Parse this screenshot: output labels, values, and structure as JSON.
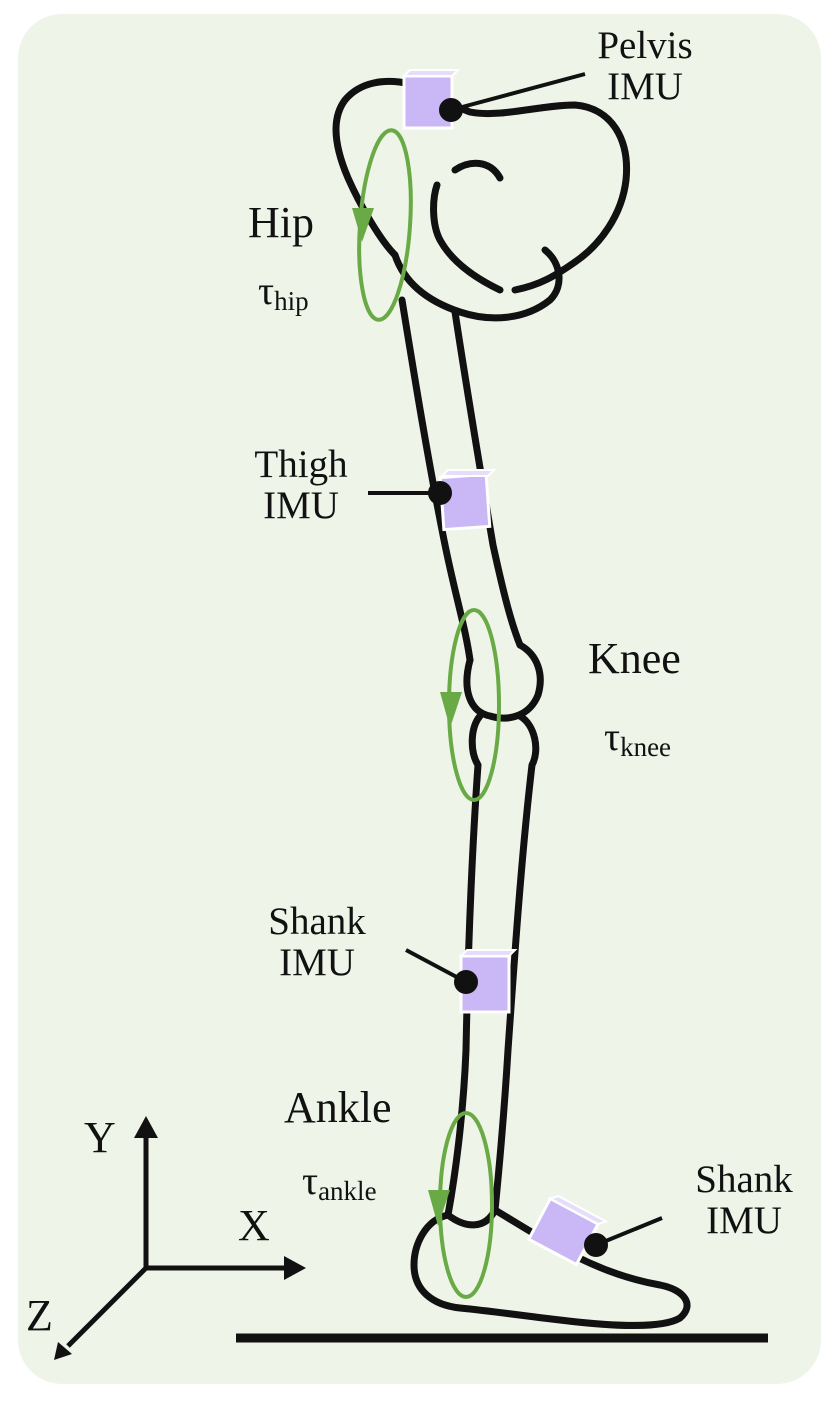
{
  "sensors": {
    "pelvis": {
      "line1": "Pelvis",
      "line2": "IMU"
    },
    "thigh": {
      "line1": "Thigh",
      "line2": "IMU"
    },
    "shank": {
      "line1": "Shank",
      "line2": "IMU"
    },
    "foot": {
      "line1": "Shank",
      "line2": "IMU"
    }
  },
  "joints": {
    "hip": {
      "name": "Hip",
      "tau": "τ",
      "sub": "hip"
    },
    "knee": {
      "name": "Knee",
      "tau": "τ",
      "sub": "knee"
    },
    "ankle": {
      "name": "Ankle",
      "tau": "τ",
      "sub": "ankle"
    }
  },
  "axes": {
    "y": "Y",
    "x": "X",
    "z": "Z"
  },
  "colors": {
    "background": "#eef5e8",
    "imu": "#c9b8f5",
    "rotation": "#6aaa46",
    "outline": "#111111"
  }
}
